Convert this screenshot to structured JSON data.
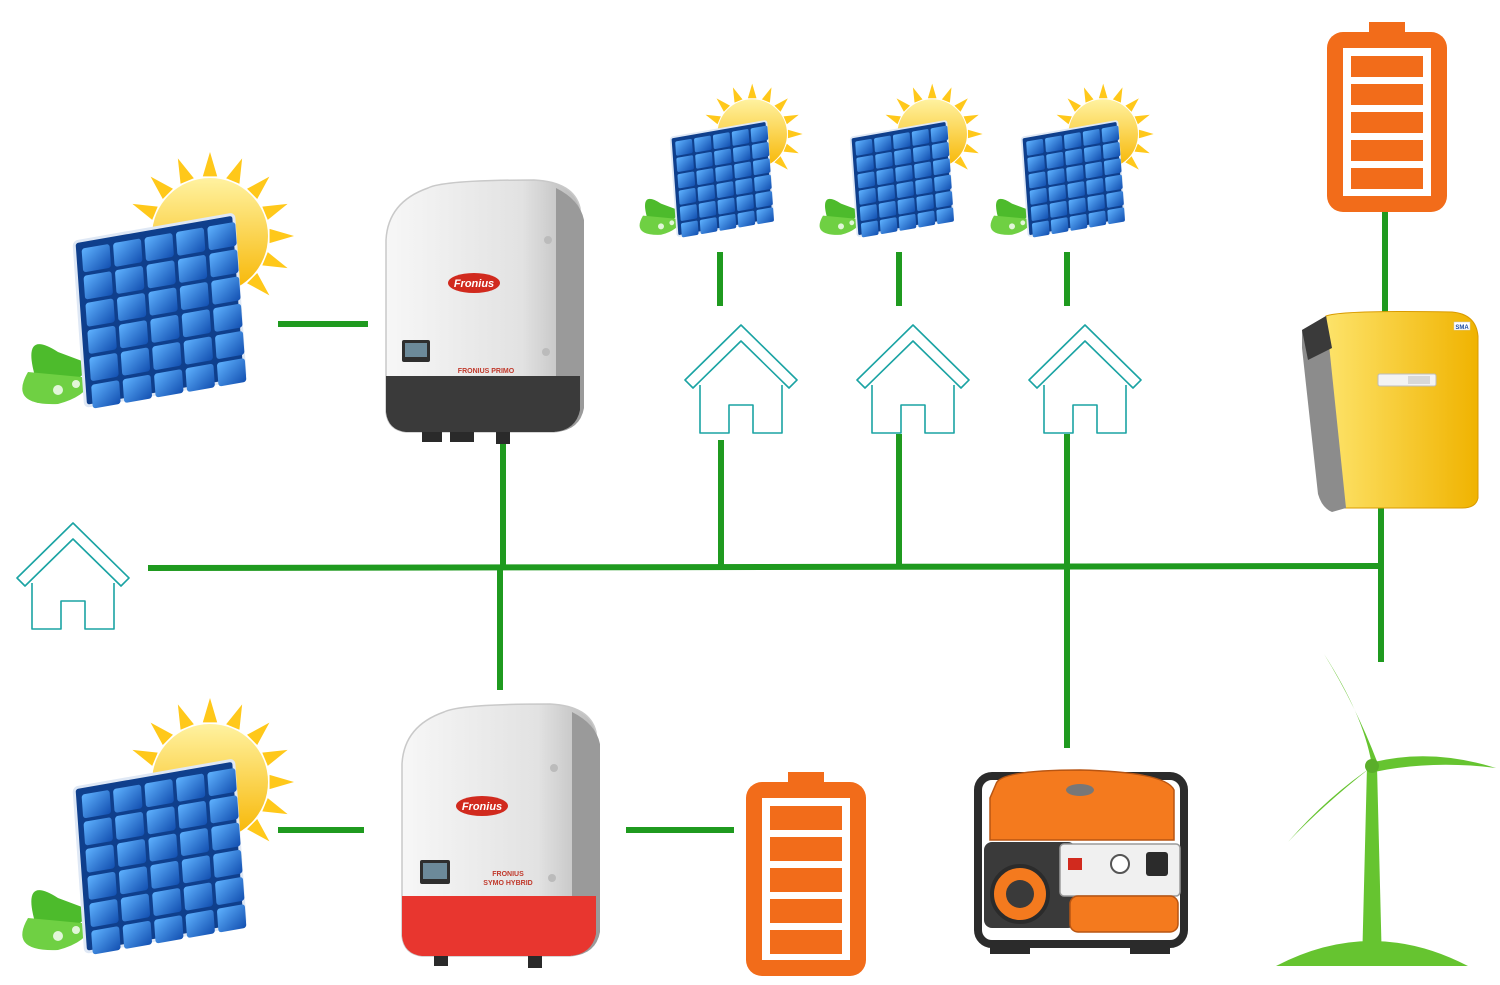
{
  "colors": {
    "wire": "#1f9a1f",
    "house": "#1aa3a3",
    "battery": "#f26c1a",
    "panel_blue": "#1d63c4",
    "sun": "#ffc81a",
    "leaf": "#4dbb2c",
    "inverter_body": "#ececec",
    "inverter_dark": "#3a3a3a",
    "hybrid_red": "#e8362f",
    "sma_yellow": "#f7c21e",
    "generator_orange": "#f47a1e",
    "turbine_green": "#66c430"
  },
  "labels": {
    "brand_top": "Fronius",
    "model_top": "FRONIUS PRIMO",
    "brand_bottom": "Fronius",
    "model_bottom_line1": "FRONIUS",
    "model_bottom_line2": "SYMO HYBRID",
    "sma_brand": "SMA"
  },
  "icons": [
    "solar-panel-icon",
    "inverter-icon",
    "house-icon",
    "battery-icon",
    "battery-inverter-icon",
    "generator-icon",
    "wind-turbine-icon"
  ]
}
